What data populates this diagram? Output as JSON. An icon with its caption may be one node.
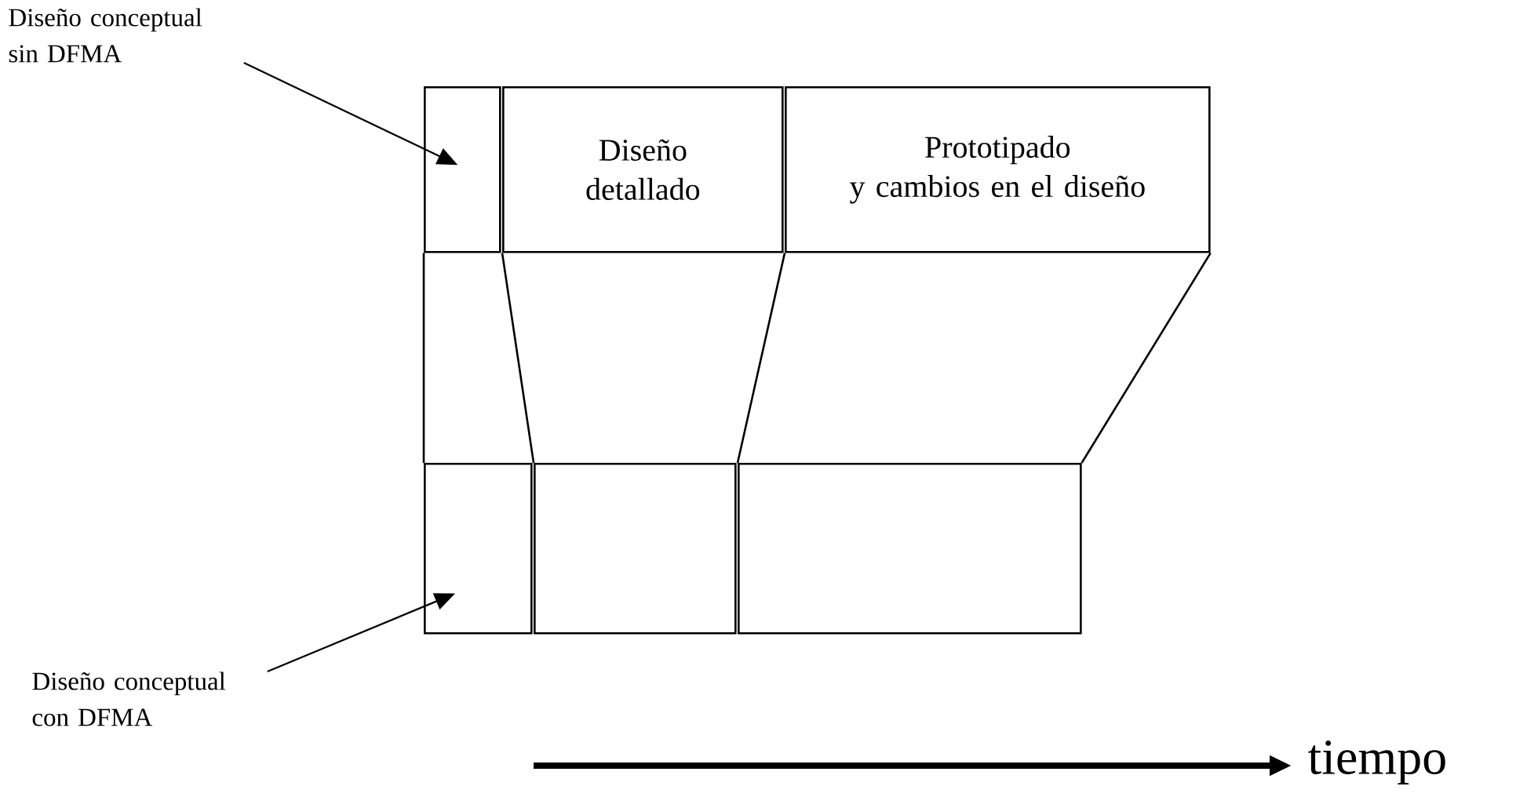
{
  "diagram": {
    "nodes": [
      {
        "text": [
          "Diseño conceptual sin DFMA"
        ]
      },
      {
        "text": [],
        "shape": "box"
      },
      {
        "text": [
          "Diseño detallado"
        ]
      },
      {
        "text": [
          "Prototipado y cambios en el diseño"
        ]
      },
      {
        "text": [],
        "shape": "box"
      },
      {
        "text": [],
        "shape": "box"
      },
      {
        "text": [],
        "shape": "box"
      },
      {
        "text": [
          "Diseño conceptual con DFMA"
        ]
      }
    ],
    "edges": [
      {
        "from": 0,
        "to": 1,
        "arrow": "to"
      },
      {
        "from": 1,
        "to": 4,
        "arrow": "none"
      },
      {
        "from": 2,
        "to": 5,
        "arrow": "none"
      },
      {
        "from": 3,
        "to": 6,
        "arrow": "none"
      },
      {
        "from": 3,
        "to": 6,
        "arrow": "none"
      },
      {
        "from": 7,
        "to": 4,
        "arrow": "to"
      }
    ],
    "labels": [
      "tiempo"
    ]
  }
}
